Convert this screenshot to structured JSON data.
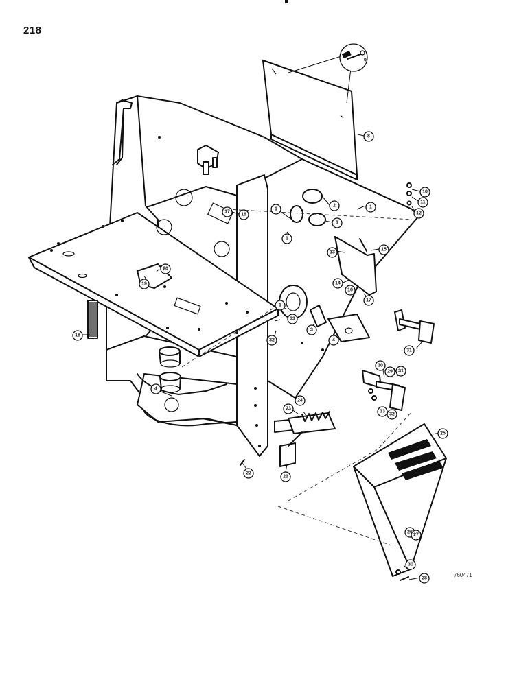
{
  "page_number": "218",
  "drawing_id": "760471",
  "callouts": [
    "1",
    "1",
    "1",
    "1",
    "2",
    "3",
    "3",
    "4",
    "4",
    "8",
    "9",
    "10",
    "11",
    "12",
    "13",
    "14",
    "15",
    "16",
    "16",
    "17",
    "17",
    "18",
    "19",
    "20",
    "21",
    "22",
    "23",
    "24",
    "25",
    "26",
    "27",
    "28",
    "29",
    "30",
    "30",
    "31",
    "31",
    "32",
    "32",
    "33",
    "33"
  ]
}
